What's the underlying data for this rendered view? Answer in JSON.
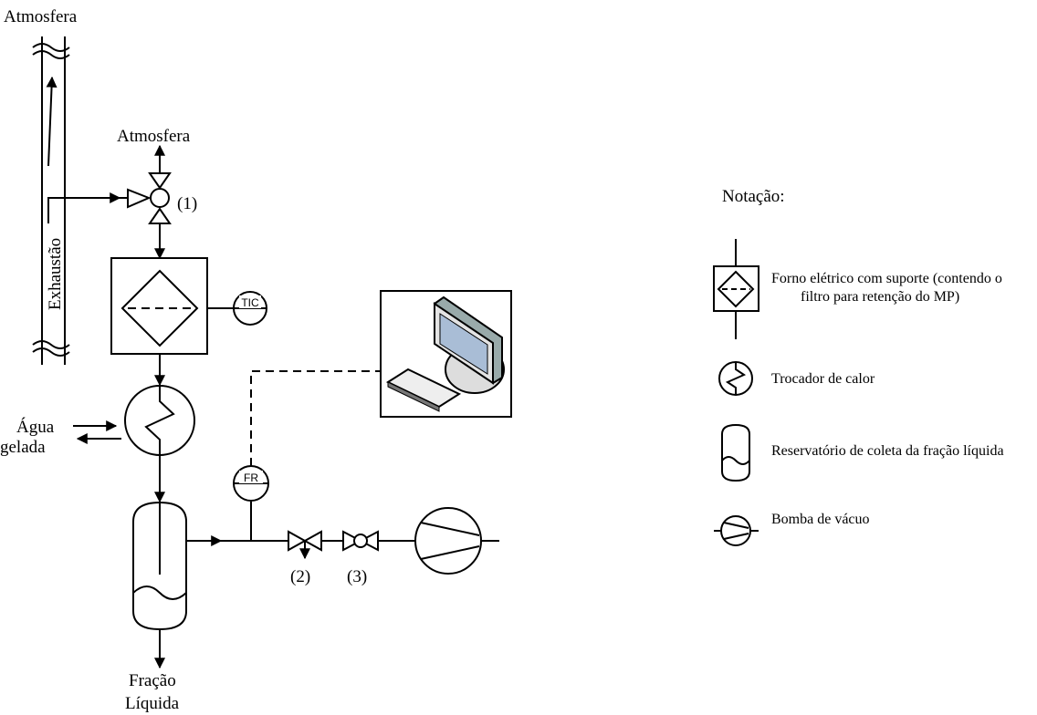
{
  "labels": {
    "atmosphere_top": "Atmosfera",
    "atmosphere_valve": "Atmosfera",
    "exhaust": "Exhaustão",
    "valve1": "(1)",
    "valve2": "(2)",
    "valve3": "(3)",
    "water_line1": "Água",
    "water_line2": "gelada",
    "liquid_line1": "Fração",
    "liquid_line2": "Líquida",
    "tic": "TIC",
    "fr": "FR"
  },
  "legend": {
    "title": "Notação:",
    "oven_line1": "Forno elétrico com suporte (contendo o",
    "oven_line2": "filtro para retenção do MP)",
    "heat_exchanger": "Trocador de calor",
    "reservoir": "Reservatório de coleta da fração líquida",
    "vacuum_pump": "Bomba de vácuo"
  }
}
